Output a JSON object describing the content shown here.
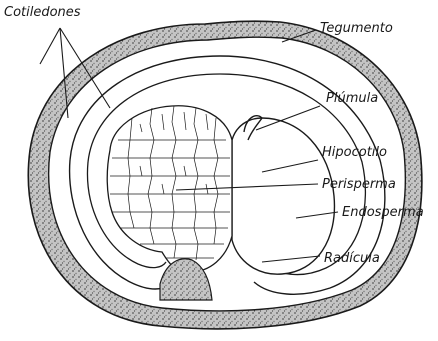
{
  "labels": {
    "cotiledones": "Cotiledones",
    "tegumento": "Tegumento",
    "plumula": "Plúmula",
    "hipocotilo": "Hipocotilo",
    "perisperma": "Perisperma",
    "endosperma": "Endosperma",
    "radicula": "Radícula"
  },
  "colors": {
    "ink": "#1a1a1a",
    "testa_fill": "#b9b9b9",
    "paper": "#ffffff"
  }
}
